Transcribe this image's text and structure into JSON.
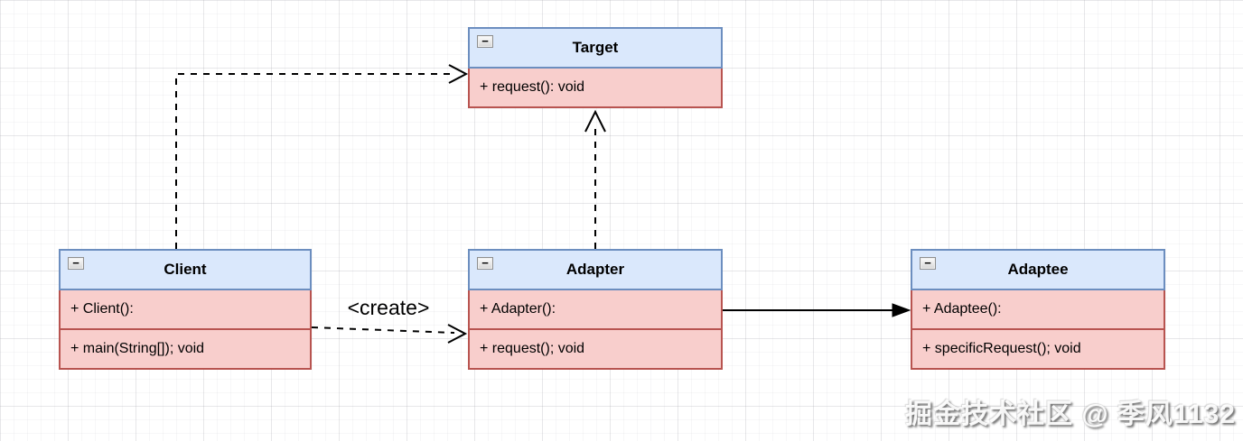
{
  "diagram": {
    "kind": "uml-class-diagram",
    "grid": "on"
  },
  "colors": {
    "class_header_fill": "#dae8fc",
    "class_header_border": "#6c8ebf",
    "class_body_fill": "#f8cecc",
    "class_body_border": "#b85450",
    "edge_color": "#000000",
    "canvas_background": "#ffffff"
  },
  "icons": {
    "collapse_glyph": "−"
  },
  "classes": [
    {
      "name": "Target",
      "methods": [
        "+ request(): void"
      ]
    },
    {
      "name": "Client",
      "methods": [
        "+ Client():",
        "+ main(String[]); void"
      ]
    },
    {
      "name": "Adapter",
      "methods": [
        "+ Adapter():",
        "+ request(); void"
      ]
    },
    {
      "name": "Adaptee",
      "methods": [
        "+ Adaptee():",
        "+ specificRequest(); void"
      ]
    }
  ],
  "edges": [
    {
      "from": "Client",
      "to": "Target",
      "line": "dashed",
      "arrowhead": "open",
      "label": ""
    },
    {
      "from": "Adapter",
      "to": "Target",
      "line": "dashed",
      "arrowhead": "open",
      "label": ""
    },
    {
      "from": "Client",
      "to": "Adapter",
      "line": "dashed",
      "arrowhead": "open",
      "label": "<create>"
    },
    {
      "from": "Adapter",
      "to": "Adaptee",
      "line": "solid",
      "arrowhead": "filled",
      "label": ""
    }
  ],
  "watermark": "掘金技术社区 @ 季风1132"
}
